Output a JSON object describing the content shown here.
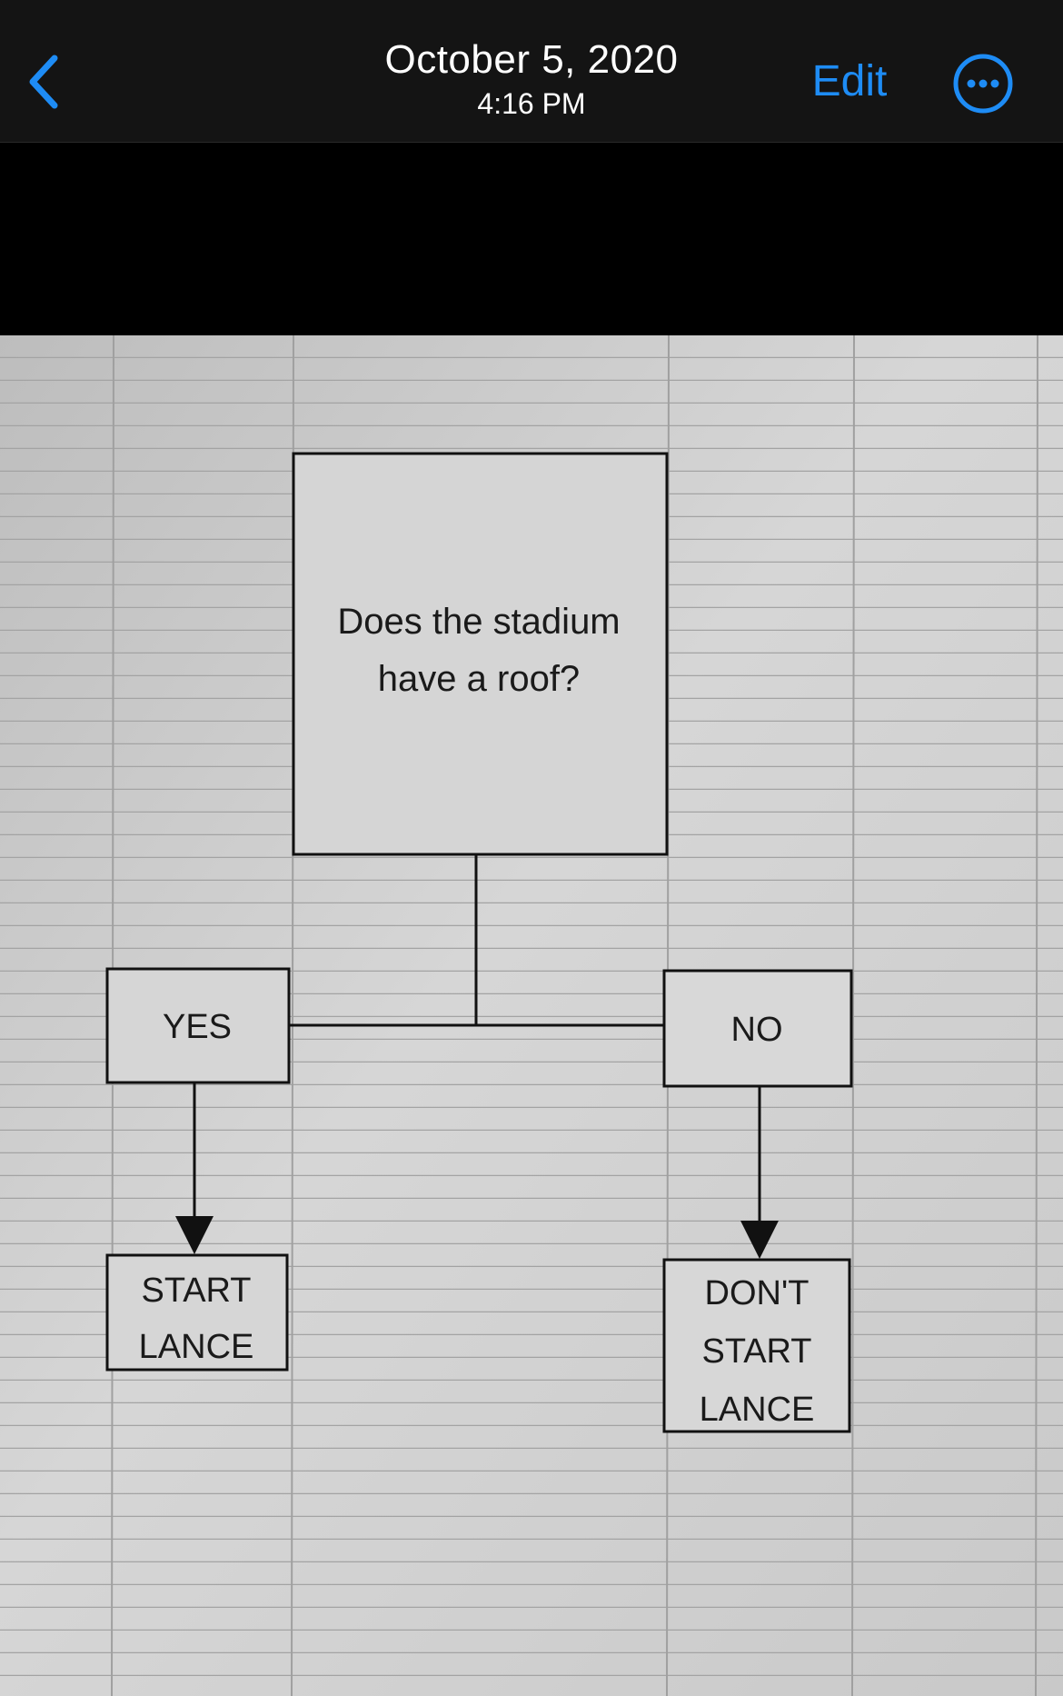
{
  "nav": {
    "title": "October 5, 2020",
    "subtitle": "4:16 PM",
    "edit_label": "Edit"
  },
  "icons": {
    "back": "chevron-left-icon",
    "more": "ellipsis-circle-icon"
  },
  "colors": {
    "accent": "#1e8cf5",
    "navbar_bg": "#141414",
    "paper": "#d4d4d4"
  },
  "flowchart": {
    "question_line1": "Does the stadium",
    "question_line2": "have a roof?",
    "yes_label": "YES",
    "no_label": "NO",
    "yes_outcome_line1": "START",
    "yes_outcome_line2": "LANCE",
    "no_outcome_line1": "DON'T",
    "no_outcome_line2": "START",
    "no_outcome_line3": "LANCE"
  }
}
